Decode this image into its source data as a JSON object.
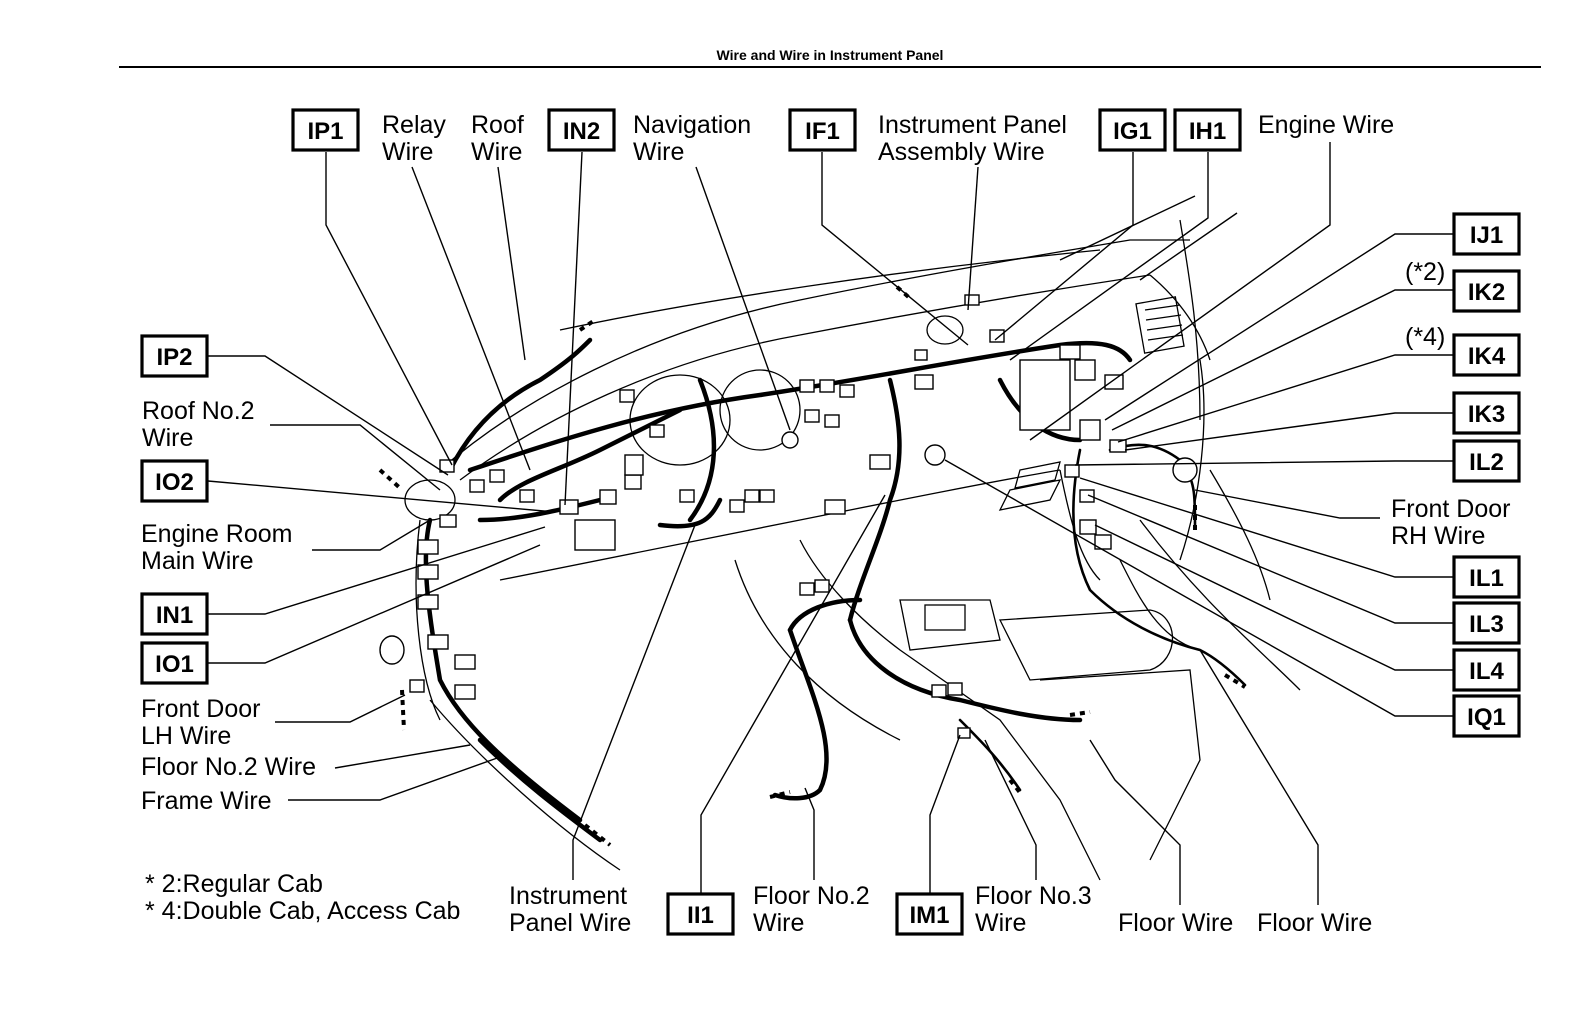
{
  "page_title": "Wire and Wire in Instrument Panel",
  "connectors": {
    "ip1": "IP1",
    "in2": "IN2",
    "if1": "IF1",
    "ig1": "IG1",
    "ih1": "IH1",
    "ip2": "IP2",
    "io2": "IO2",
    "in1": "IN1",
    "io1": "IO1",
    "ij1": "IJ1",
    "ik2": "IK2",
    "ik4": "IK4",
    "ik3": "IK3",
    "il2": "IL2",
    "il1": "IL1",
    "il3": "IL3",
    "il4": "IL4",
    "iq1": "IQ1",
    "ii1": "II1",
    "im1": "IM1"
  },
  "labels": {
    "relay_wire": [
      "Relay",
      "Wire"
    ],
    "roof_wire": [
      "Roof",
      "Wire"
    ],
    "navigation_wire": [
      "Navigation",
      "Wire"
    ],
    "instrument_panel_assembly_wire": [
      "Instrument Panel",
      "Assembly Wire"
    ],
    "engine_wire": "Engine Wire",
    "roof_no2_wire": [
      "Roof No.2",
      "Wire"
    ],
    "engine_room_main_wire": [
      "Engine Room",
      "Main Wire"
    ],
    "front_door_lh_wire": [
      "Front Door",
      "LH Wire"
    ],
    "floor_no2_wire_left": "Floor No.2 Wire",
    "frame_wire": "Frame Wire",
    "instrument_panel_wire": [
      "Instrument",
      "Panel Wire"
    ],
    "floor_no2_wire_bottom": [
      "Floor No.2",
      "Wire"
    ],
    "floor_no3_wire": [
      "Floor No.3",
      "Wire"
    ],
    "floor_wire_1": "Floor Wire",
    "floor_wire_2": "Floor Wire",
    "front_door_rh_wire": [
      "Front Door",
      "RH Wire"
    ],
    "note_2": "(*2)",
    "note_4": "(*4)"
  },
  "footnotes": [
    "* 2:Regular Cab",
    "* 4:Double Cab, Access Cab"
  ]
}
